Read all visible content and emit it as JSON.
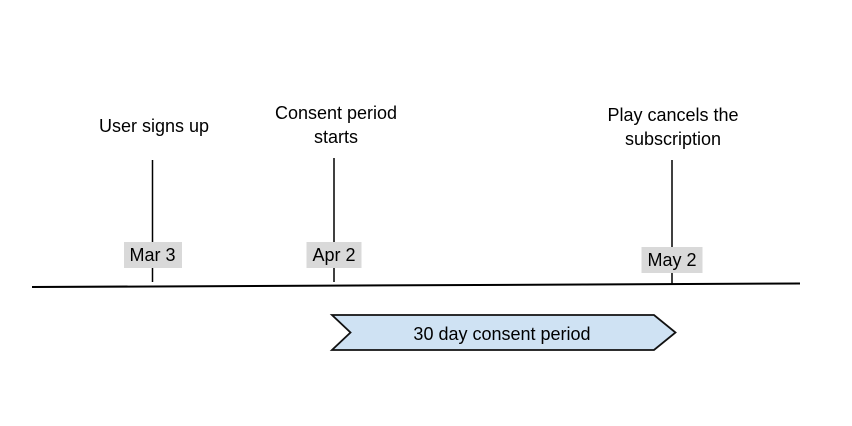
{
  "colors": {
    "background": "#ffffff",
    "line": "#000000",
    "date_badge_bg": "#d9d9d9",
    "text": "#000000",
    "arrow_fill": "#cfe2f3",
    "arrow_stroke": "#111111"
  },
  "events": [
    {
      "title": "User signs up",
      "date": "Mar 3"
    },
    {
      "title": "Consent period\nstarts",
      "date": "Apr 2"
    },
    {
      "title": "Play cancels the\nsubscription",
      "date": "May 2"
    }
  ],
  "period_banner": {
    "label": "30 day consent period"
  }
}
